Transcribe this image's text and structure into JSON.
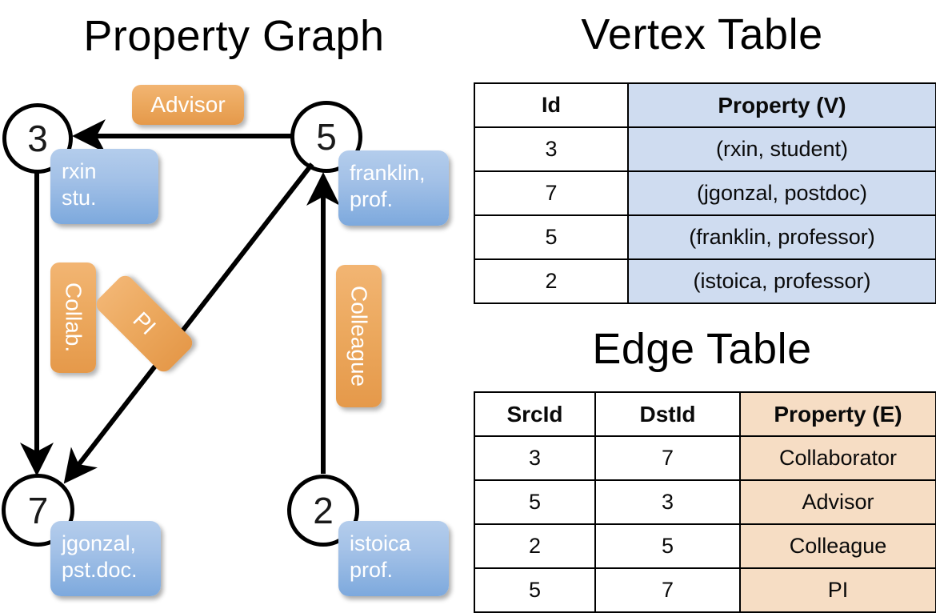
{
  "titles": {
    "property_graph": "Property Graph",
    "vertex_table": "Vertex Table",
    "edge_table": "Edge Table"
  },
  "graph": {
    "nodes": [
      {
        "id": "3",
        "name": "node-3",
        "property_line1": "rxin",
        "property_line2": "stu."
      },
      {
        "id": "5",
        "name": "node-5",
        "property_line1": "franklin,",
        "property_line2": "prof."
      },
      {
        "id": "7",
        "name": "node-7",
        "property_line1": "jgonzal,",
        "property_line2": "pst.doc."
      },
      {
        "id": "2",
        "name": "node-2",
        "property_line1": "istoica",
        "property_line2": "prof."
      }
    ],
    "edge_labels": [
      {
        "key": "advisor",
        "text": "Advisor"
      },
      {
        "key": "collab",
        "text": "Collab."
      },
      {
        "key": "pi",
        "text": "PI"
      },
      {
        "key": "colleague",
        "text": "Colleague"
      }
    ],
    "edges": [
      {
        "from": "5",
        "to": "3",
        "label": "Advisor"
      },
      {
        "from": "3",
        "to": "7",
        "label": "Collab."
      },
      {
        "from": "5",
        "to": "7",
        "label": "PI"
      },
      {
        "from": "2",
        "to": "5",
        "label": "Colleague"
      }
    ]
  },
  "vertex_table": {
    "headers": [
      "Id",
      "Property (V)"
    ],
    "rows": [
      {
        "id": "3",
        "property": "(rxin, student)"
      },
      {
        "id": "7",
        "property": "(jgonzal, postdoc)"
      },
      {
        "id": "5",
        "property": "(franklin, professor)"
      },
      {
        "id": "2",
        "property": "(istoica, professor)"
      }
    ]
  },
  "edge_table": {
    "headers": [
      "SrcId",
      "DstId",
      "Property (E)"
    ],
    "rows": [
      {
        "src": "3",
        "dst": "7",
        "property": "Collaborator"
      },
      {
        "src": "5",
        "dst": "3",
        "property": "Advisor"
      },
      {
        "src": "2",
        "dst": "5",
        "property": "Colleague"
      },
      {
        "src": "5",
        "dst": "7",
        "property": "PI"
      }
    ]
  },
  "colors": {
    "vertex_property_fill": "#cfdcf0",
    "edge_property_fill": "#f6ddc4",
    "node_box_blue": "#7da9dd",
    "edge_label_orange": "#e5994a",
    "stroke": "#000000",
    "background": "#ffffff"
  }
}
